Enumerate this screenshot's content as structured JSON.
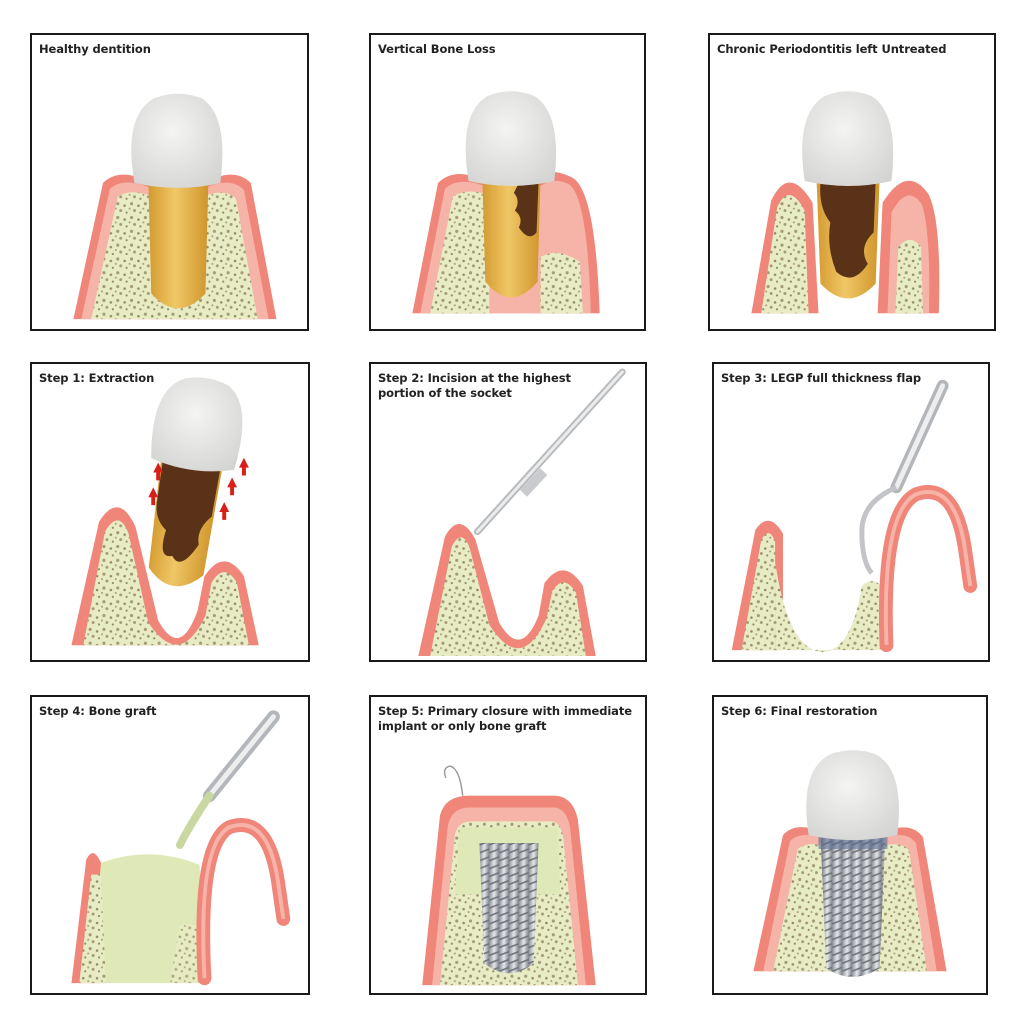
{
  "colors": {
    "gum": "#ef8679",
    "gum_light": "#f6b3a8",
    "bone": "#e8ecc4",
    "bone_speckle": "#9c9470",
    "root": "#e1ad45",
    "decay": "#5a3218",
    "crown": "#e8e8e6",
    "graft": "#dfe9b8",
    "implant": "#b9bcc0",
    "arrow": "#d8201a",
    "border": "#1a1a1a"
  },
  "panels": [
    {
      "label": [
        "Healthy dentition"
      ],
      "icon": "healthy-tooth-illustration"
    },
    {
      "label": [
        "Vertical Bone Loss"
      ],
      "icon": "bone-loss-illustration"
    },
    {
      "label": [
        "Chronic Periodontitis left Untreated"
      ],
      "icon": "periodontitis-illustration"
    },
    {
      "label": [
        "Step 1: Extraction"
      ],
      "icon": "extraction-illustration"
    },
    {
      "label": [
        "Step 2: Incision at the highest",
        "portion of the socket"
      ],
      "icon": "incision-illustration"
    },
    {
      "label": [
        "Step 3: LEGP full thickness flap"
      ],
      "icon": "flap-illustration"
    },
    {
      "label": [
        "Step 4: Bone graft"
      ],
      "icon": "bone-graft-illustration"
    },
    {
      "label": [
        "Step 5: Primary closure with immediate",
        "implant or only bone graft"
      ],
      "icon": "implant-closure-illustration"
    },
    {
      "label": [
        "Step 6: Final restoration"
      ],
      "icon": "final-restoration-illustration"
    }
  ]
}
